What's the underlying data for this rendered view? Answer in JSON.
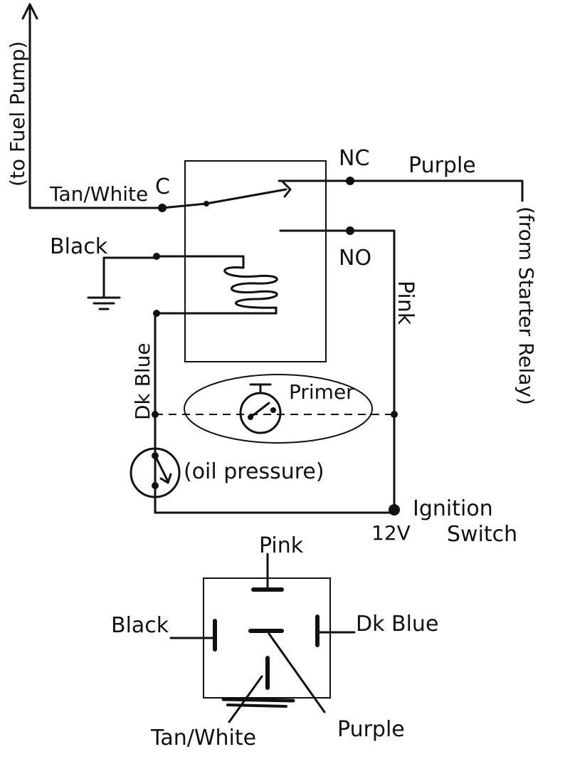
{
  "schematic": {
    "to_fuel_pump": "(to Fuel Pump)",
    "tan_white": "Tan/White",
    "c": "C",
    "nc": "NC",
    "no": "NO",
    "purple": "Purple",
    "from_starter_relay": "(from Starter Relay)",
    "black": "Black",
    "pink": "Pink",
    "dk_blue": "Dk Blue",
    "primer": "Primer",
    "oil_pressure": "(oil pressure)",
    "ignition": "Ignition",
    "switch": "Switch",
    "volts": "12V"
  },
  "connector": {
    "pink": "Pink",
    "black": "Black",
    "dk_blue": "Dk Blue",
    "tan_white": "Tan/White",
    "purple": "Purple"
  }
}
